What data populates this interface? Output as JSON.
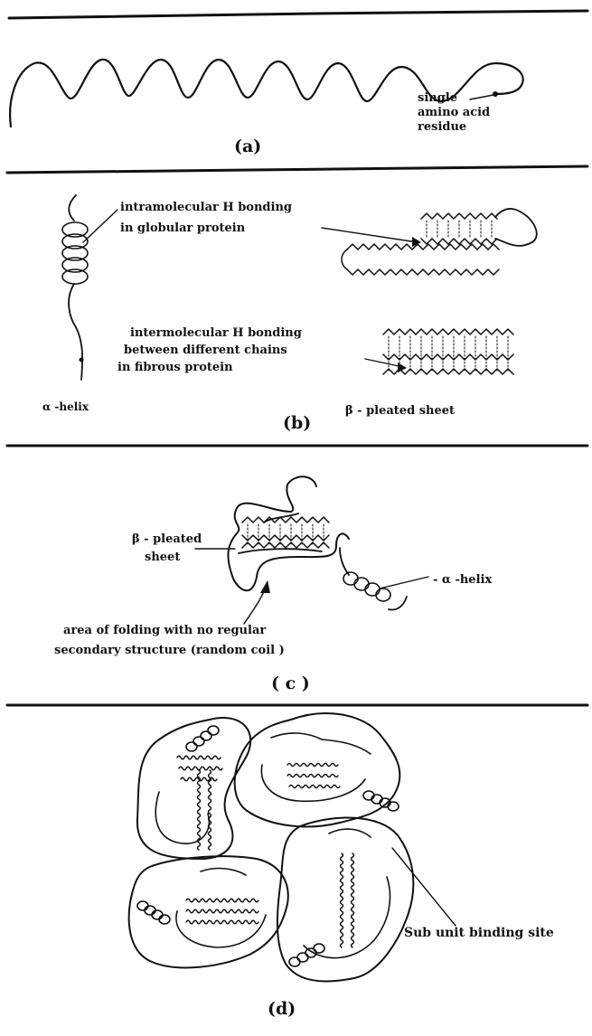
{
  "panel_a": {
    "label_single": "single",
    "label_amino": "amino acid",
    "label_residue": "residue",
    "caption": "(a)"
  },
  "panel_b": {
    "intra_line1": "intramolecular H bonding",
    "intra_line2": "in globular protein",
    "inter_line1": "intermolecular H bonding",
    "inter_line2": "between different chains",
    "inter_line3": "in fibrous protein",
    "alpha_helix": "α -helix",
    "beta_sheet": "β - pleated sheet",
    "caption": "(b)"
  },
  "panel_c": {
    "beta_line1": "β - pleated",
    "beta_line2": "sheet",
    "alpha_helix": "- α -helix",
    "coil_line1": "area of folding with no regular",
    "coil_line2": "secondary structure (random coil )",
    "caption": "( c )"
  },
  "panel_d": {
    "binding_site": "Sub unit binding  site",
    "caption": "(d)"
  }
}
